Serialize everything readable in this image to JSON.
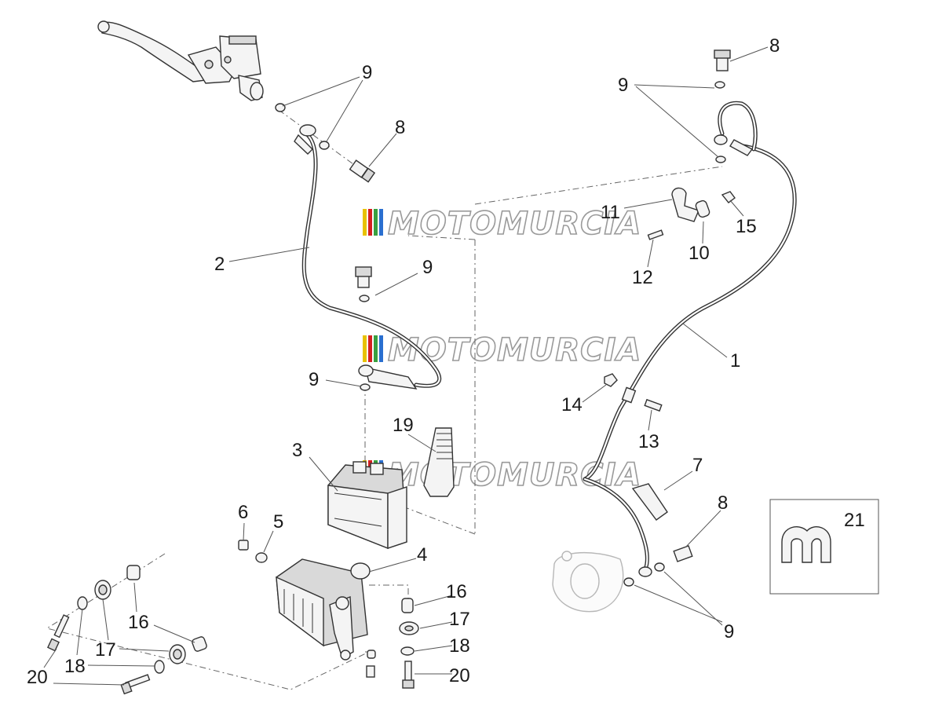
{
  "watermark": "MOTOMURCIA",
  "watermark_colors": [
    "#e8c200",
    "#d42020",
    "#3aa040",
    "#2a6fd0"
  ],
  "callouts": {
    "c1": "1",
    "c2": "2",
    "c3": "3",
    "c4": "4",
    "c5": "5",
    "c6": "6",
    "c7": "7",
    "c8a": "8",
    "c8b": "8",
    "c8c": "8",
    "c9a": "9",
    "c9b": "9",
    "c9c": "9",
    "c9d": "9",
    "c9e": "9",
    "c10": "10",
    "c11": "11",
    "c12": "12",
    "c13": "13",
    "c14": "14",
    "c15": "15",
    "c16a": "16",
    "c16b": "16",
    "c17a": "17",
    "c17b": "17",
    "c18a": "18",
    "c18b": "18",
    "c19": "19",
    "c20a": "20",
    "c20b": "20",
    "c21": "21"
  }
}
